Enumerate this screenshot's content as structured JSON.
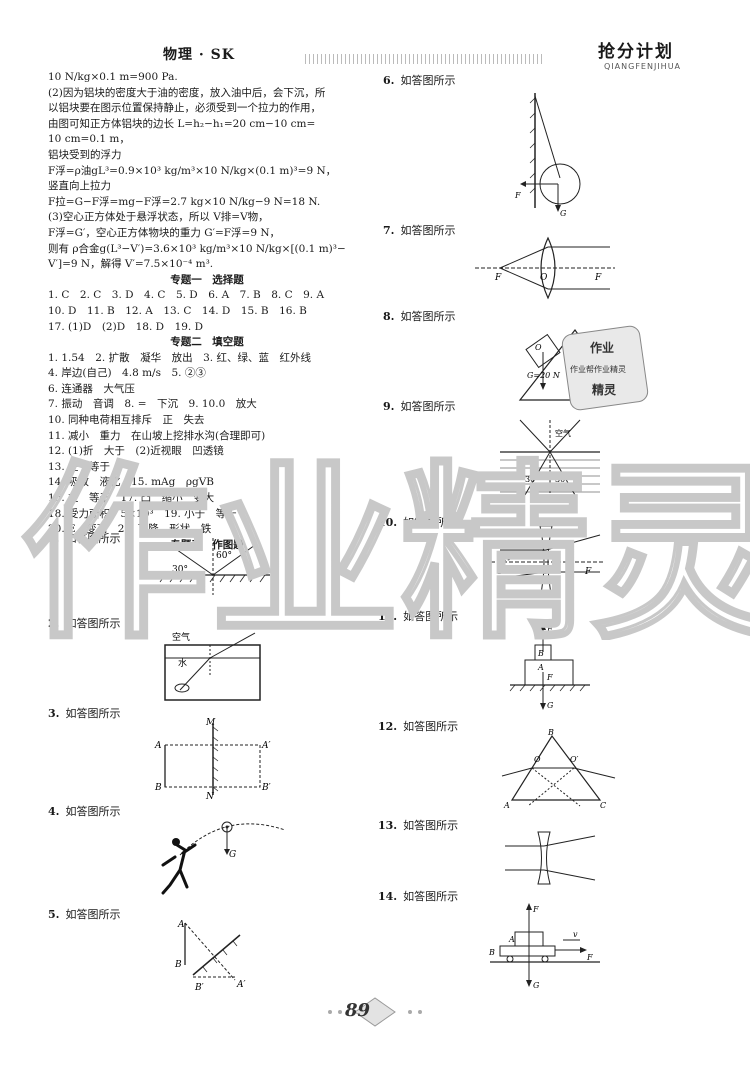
{
  "header": {
    "subject": "物理 · SK",
    "title": "抢分计划",
    "pinyin": "QIANGFENJIHUA"
  },
  "left_text": [
    "10 N/kg×0.1 m=900 Pa.",
    "(2)因为铝块的密度大于油的密度，放入油中后，会下沉，所",
    "以铝块要在图示位置保持静止，必须受到一个拉力的作用，",
    "由图可知正方体铝块的边长 L=h₂−h₁=20 cm−10 cm=",
    "10 cm=0.1 m，",
    "铝块受到的浮力",
    "F浮=ρ油gL³=0.9×10³ kg/m³×10 N/kg×(0.1 m)³=9 N，",
    "竖直向上拉力",
    "F拉=G−F浮=mg−F浮=2.7 kg×10 N/kg−9 N=18 N.",
    "(3)空心正方体处于悬浮状态，所以 V排=V物，",
    "F浮=G′，空心正方体物块的重力 G′=F浮=9 N，",
    "则有 ρ合金g(L³−V′)=3.6×10³ kg/m³×10 N/kg×[(0.1 m)³−",
    "V′]=9 N，解得 V′=7.5×10⁻⁴ m³."
  ],
  "sections": {
    "s1": "专题一　选择题",
    "s2": "专题二　填空题",
    "s3": "专题三　作图题"
  },
  "s1_lines": [
    "1. C　2. C　3. D　4. C　5. D　6. A　7. B　8. C　9. A",
    "10. D　11. B　12. A　13. C　14. D　15. B　16. B",
    "17. (1)D　(2)D　18. D　19. D"
  ],
  "s2_lines": [
    "1. 1.54　2. 扩散　凝华　放出　3. 红、绿、蓝　红外线",
    "4. 岸边(自己)　4.8 m/s　5. ②③",
    "6. 连通器　大气压",
    "7. 振动　音调　8. =　下沉　9. 10.0　放大",
    "10. 同种电荷相互排斥　正　失去",
    "11. 减小　重力　在山坡上挖排水沟(合理即可)",
    "12. (1)折　大于　(2)近视眼　凹透镜",
    "13. 左　等于",
    "14. 吸收　液化　15. mAg　ρgVB",
    "16. 左　等于　17. 凸　缩小　变大",
    "18. 受力面积　5×10³　19. 小于　等于",
    "20. E　变高　21. 下降　形状　铁"
  ],
  "figures": {
    "f1": {
      "num": "1.",
      "label": "如答图所示"
    },
    "f2": {
      "num": "2.",
      "label": "如答图所示"
    },
    "f3": {
      "num": "3.",
      "label": "如答图所示"
    },
    "f4": {
      "num": "4.",
      "label": "如答图所示"
    },
    "f5": {
      "num": "5.",
      "label": "如答图所示"
    },
    "f6": {
      "num": "6.",
      "label": "如答图所示"
    },
    "f7": {
      "num": "7.",
      "label": "如答图所示"
    },
    "f8": {
      "num": "8.",
      "label": "如答图所示"
    },
    "f9": {
      "num": "9.",
      "label": "如答图所示"
    },
    "f10": {
      "num": "10.",
      "label": "如答图所示"
    },
    "f11": {
      "num": "11.",
      "label": "如答图所示"
    },
    "f12": {
      "num": "12.",
      "label": "如答图所示"
    },
    "f13": {
      "num": "13.",
      "label": "如答图所示"
    },
    "f14": {
      "num": "14.",
      "label": "如答图所示"
    }
  },
  "fig_text": {
    "f1_a1": "30°",
    "f1_a2": "60°",
    "f2_air": "空气",
    "f2_water": "水",
    "f3_M": "M",
    "f3_N": "N",
    "f3_A": "A",
    "f3_A2": "A′",
    "f3_B": "B",
    "f3_B2": "B′",
    "f4_G": "G",
    "f5_A": "A",
    "f5_B": "B",
    "f5_A2": "A′",
    "f5_B2": "B′",
    "f6_F": "F",
    "f6_G": "G",
    "f7_F1": "F",
    "f7_O": "O",
    "f7_F2": "F",
    "f8_O": "O",
    "f8_G": "G=20 N",
    "f8_stamp1": "作业",
    "f8_stamp2": "作业帮作业精灵",
    "f8_stamp3": "精灵",
    "f9_air": "空气",
    "f9_a1": "30°",
    "f9_a2": "30°",
    "f10_F1": "F",
    "f10_O": "O",
    "f10_F2": "F",
    "f11_F": "F",
    "f11_B": "B",
    "f11_A": "A",
    "f11_F2": "F",
    "f11_G": "G",
    "f12_B": "B",
    "f12_O": "O",
    "f12_O2": "O′",
    "f12_A": "A",
    "f12_C": "C",
    "f14_FN": "F",
    "f14_A": "A",
    "f14_v": "v",
    "f14_B": "B",
    "f14_F": "F",
    "f14_G": "G"
  },
  "watermark": "作业精灵",
  "page_number": "89"
}
